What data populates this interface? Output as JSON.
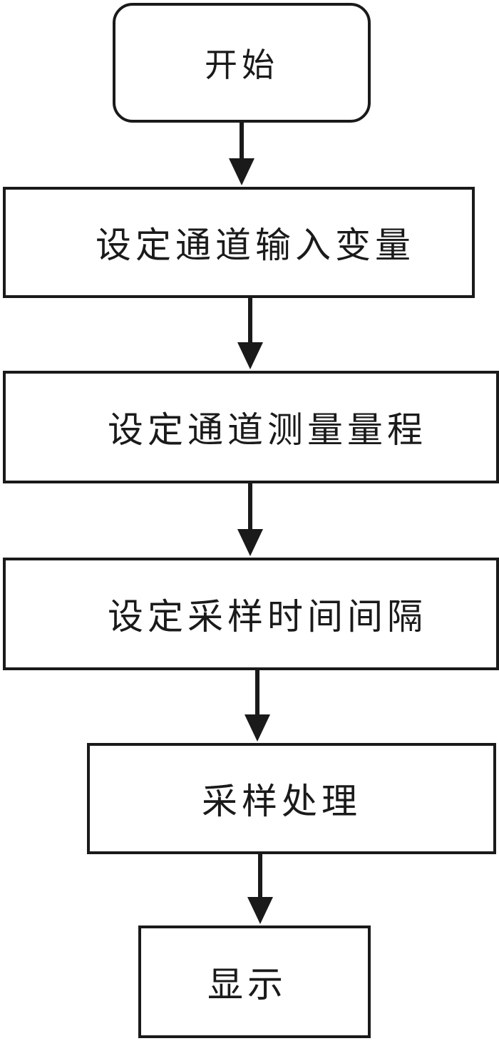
{
  "flowchart": {
    "start": "开始",
    "steps": [
      "设定通道输入变量",
      "设定通道测量量程",
      "设定采样时间间隔",
      "采样处理",
      "显示"
    ]
  },
  "colors": {
    "stroke": "#1a1a1a",
    "background": "#ffffff"
  }
}
